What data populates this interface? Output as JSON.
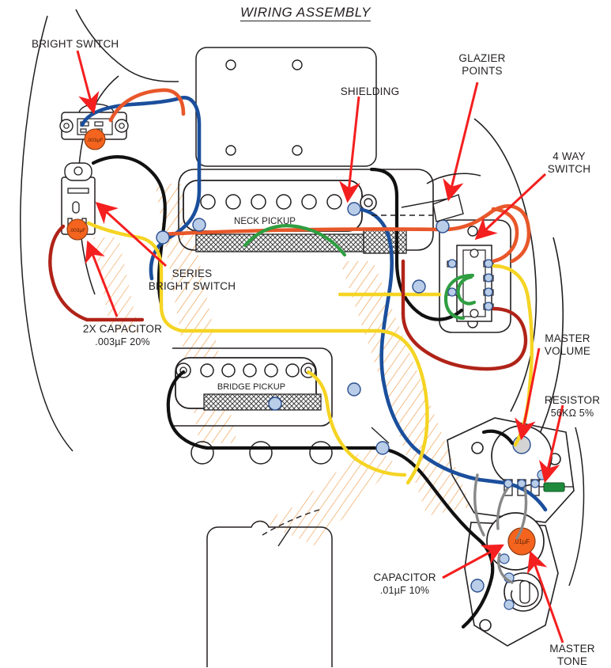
{
  "document": {
    "title": "WIRING ASSEMBLY",
    "type": "guitar-wiring-diagram"
  },
  "labels": {
    "bright_switch": "BRIGHT SWITCH",
    "series_bright_switch_l1": "SERIES",
    "series_bright_switch_l2": "BRIGHT SWITCH",
    "capacitor_2x_l1": "2X CAPACITOR",
    "capacitor_2x_l2": ".003µF 20%",
    "shielding": "SHIELDING",
    "glazier_points_l1": "GLAZIER",
    "glazier_points_l2": "POINTS",
    "four_way_switch_l1": "4 WAY",
    "four_way_switch_l2": "SWITCH",
    "master_volume_l1": "MASTER",
    "master_volume_l2": "VOLUME",
    "resistor_l1": "RESISTOR",
    "resistor_l2": "56KΩ 5%",
    "capacitor_l1": "CAPACITOR",
    "capacitor_l2": ".01µF 10%",
    "master_tone_l1": "MASTER",
    "master_tone_l2": "TONE",
    "neck_pickup": "NECK PICKUP",
    "bridge_pickup": "BRIDGE PICKUP"
  },
  "components": {
    "bright_switch_cap_value": ".003µF",
    "series_switch_cap_value": ".003µF",
    "tone_cap_value": ".01µF"
  },
  "colors": {
    "wire_black": "#111111",
    "wire_blue": "#1b4f9c",
    "wire_yellow": "#f5d423",
    "wire_red": "#b02318",
    "wire_orange": "#e8572a",
    "wire_green": "#2f9e41",
    "wire_white": "#ffffff",
    "solder_blue": "#b9cde8",
    "solder_outline": "#2a4f8f",
    "capacitor_orange": "#f4641e",
    "resistor_green": "#1f8a3c",
    "arrow_red": "#f41f1f",
    "outline": "#231f20",
    "shield_hatch": "#f0a860"
  }
}
